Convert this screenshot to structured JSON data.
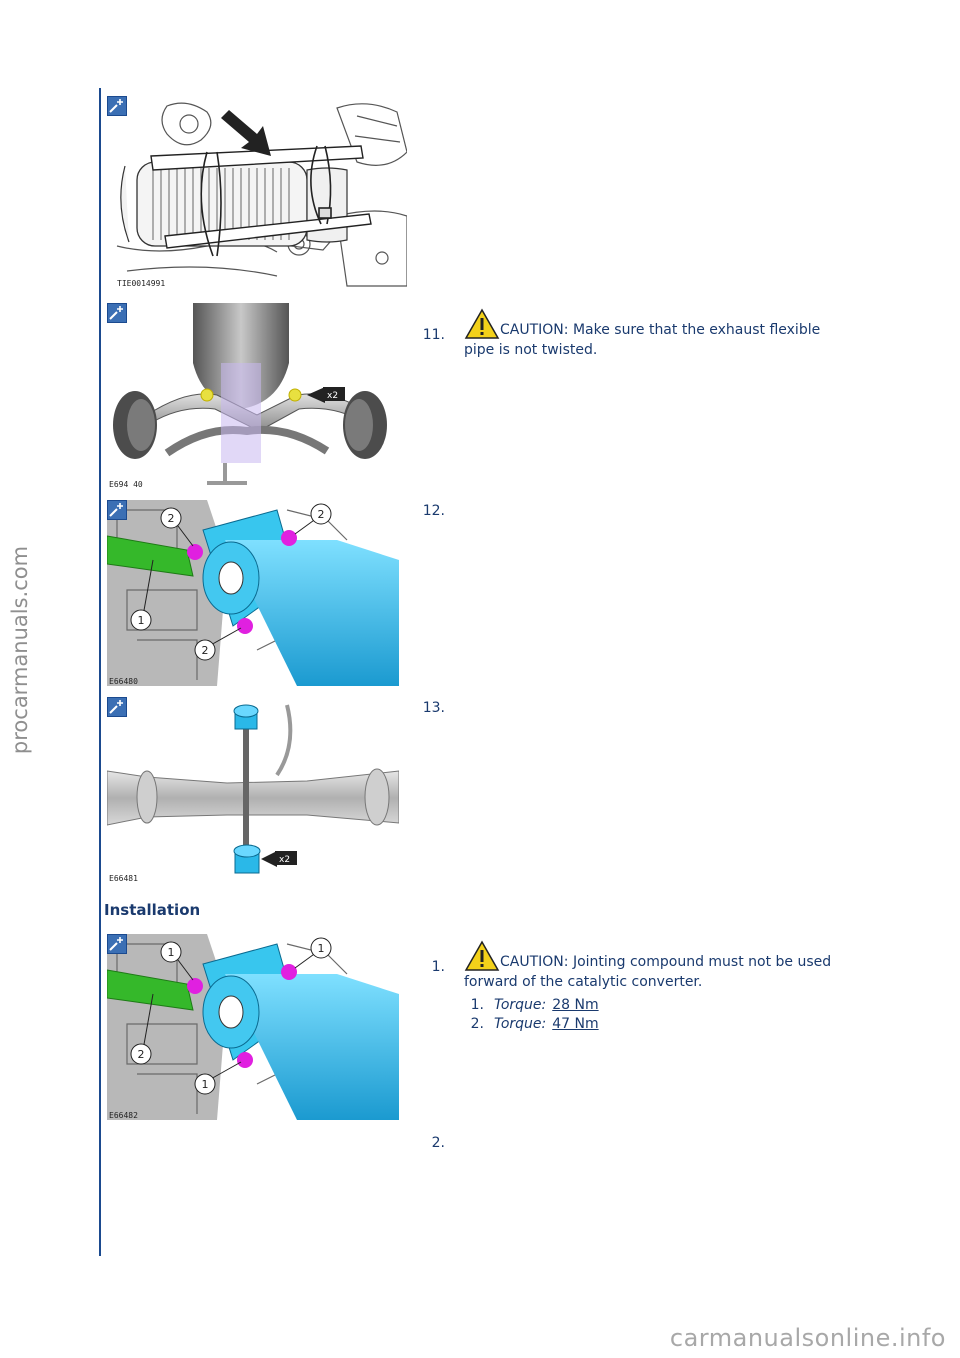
{
  "watermarks": {
    "side": "procarmanuals.com",
    "bottom": "carmanualsonline.info"
  },
  "figures": [
    {
      "code": "TIE0014991",
      "zoom_icon": "zoom-in-icon"
    },
    {
      "code": "E694 40",
      "zoom_icon": "zoom-in-icon"
    },
    {
      "code": "E66480",
      "zoom_icon": "zoom-in-icon"
    },
    {
      "code": "E66481",
      "zoom_icon": "zoom-in-icon"
    },
    {
      "code": "E66482",
      "zoom_icon": "zoom-in-icon"
    }
  ],
  "steps": {
    "s11": {
      "num": "11.",
      "caution_line1": "CAUTION: Make sure that the exhaust flexible",
      "caution_line2": "pipe is not twisted."
    },
    "s12": {
      "num": "12."
    },
    "s13": {
      "num": "13."
    }
  },
  "installation": {
    "heading": "Installation",
    "s1": {
      "num": "1.",
      "caution_line1": "CAUTION: Jointing compound must not be used",
      "caution_line2": "forward of the catalytic converter."
    },
    "torques": [
      {
        "num": "1.",
        "label": "Torque:",
        "value": "28 Nm"
      },
      {
        "num": "2.",
        "label": "Torque:",
        "value": "47 Nm"
      }
    ],
    "s2": {
      "num": "2."
    }
  },
  "callouts": {
    "x2": "x2",
    "one": "1",
    "two": "2"
  },
  "colors": {
    "accent": "#1b4a8f",
    "text": "#1a3a6e",
    "cyan": "#2ab8e8",
    "green": "#35b82a",
    "magenta": "#e020e0"
  }
}
